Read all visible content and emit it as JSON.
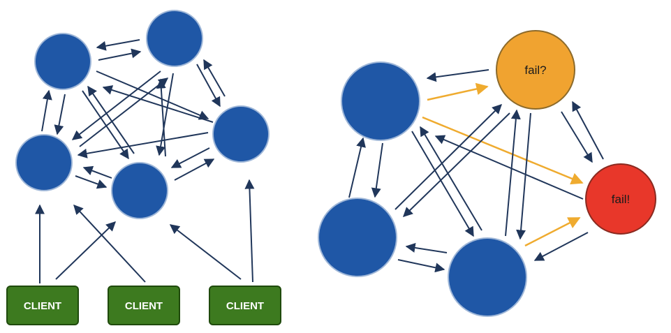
{
  "colors": {
    "node_blue": "#1f57a6",
    "client_green": "#3d7a1f",
    "arrow_navy": "#20365a",
    "arrow_fail": "#efab2f",
    "suspect_node": "#f0a330",
    "failed_node": "#e8372a"
  },
  "left_cluster": {
    "clients": [
      {
        "label": "CLIENT"
      },
      {
        "label": "CLIENT"
      },
      {
        "label": "CLIENT"
      }
    ]
  },
  "right_cluster": {
    "suspect_node_label": "fail?",
    "failed_node_label": "fail!"
  }
}
